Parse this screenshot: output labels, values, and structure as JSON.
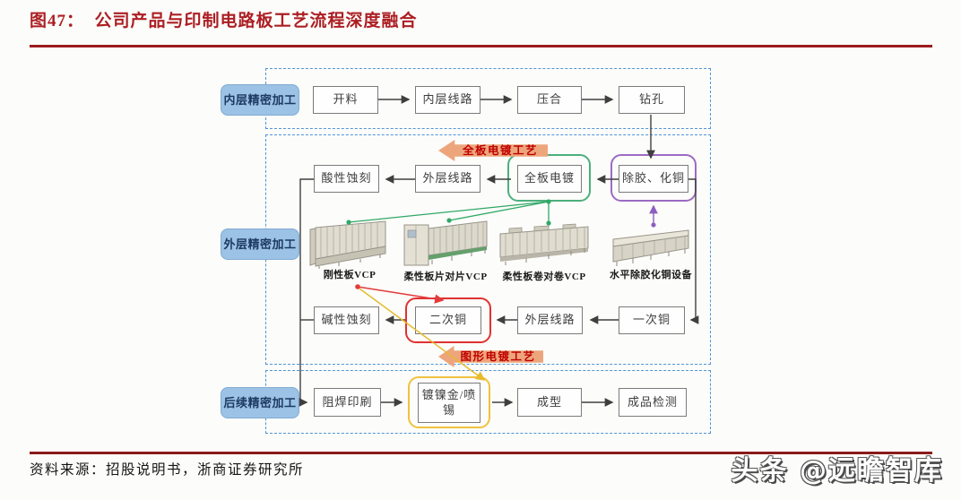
{
  "header": {
    "title": "图47：  公司产品与印制电路板工艺流程深度融合"
  },
  "diagram": {
    "sections": [
      {
        "label": "内层精密加工"
      },
      {
        "label": "外层精密加工"
      },
      {
        "label": "后续精密加工"
      }
    ],
    "nodes": [
      {
        "label": "开料"
      },
      {
        "label": "内层线路"
      },
      {
        "label": "压合"
      },
      {
        "label": "钻孔"
      },
      {
        "label": "酸性蚀刻"
      },
      {
        "label": "外层线路"
      },
      {
        "label": "全板电镀"
      },
      {
        "label": "除胶、化铜"
      },
      {
        "label": "碱性蚀刻"
      },
      {
        "label": "二次铜"
      },
      {
        "label": "外层线路"
      },
      {
        "label": "一次铜"
      },
      {
        "label": "阻焊印刷"
      },
      {
        "label": "镀镍金/喷锡"
      },
      {
        "label": "成型"
      },
      {
        "label": "成品检测"
      }
    ],
    "machines": [
      {
        "label": "刚性板VCP"
      },
      {
        "label": "柔性板片对片VCP"
      },
      {
        "label": "柔性板卷对卷VCP"
      },
      {
        "label": "水平除胶化铜设备"
      }
    ],
    "process_arrows": [
      {
        "label": "全板电镀工艺"
      },
      {
        "label": "图形电镀工艺"
      }
    ],
    "flows": {
      "inner_layer": [
        "开料",
        "内层线路",
        "压合",
        "钻孔"
      ],
      "panel_plating_path": [
        "钻孔",
        "除胶、化铜",
        "全板电镀",
        "外层线路",
        "酸性蚀刻"
      ],
      "pattern_plating_path": [
        "除胶、化铜",
        "一次铜",
        "外层线路",
        "二次铜",
        "碱性蚀刻"
      ],
      "post_process": [
        "阻焊印刷",
        "镀镍金/喷锡",
        "成型",
        "成品检测"
      ],
      "equipment_links": [
        {
          "from": "全板电镀",
          "to": [
            "刚性板VCP",
            "柔性板片对片VCP",
            "柔性板卷对卷VCP"
          ],
          "color": "green"
        },
        {
          "from": "除胶、化铜",
          "to": [
            "水平除胶化铜设备"
          ],
          "color": "purple"
        },
        {
          "from": "刚性板VCP",
          "to": [
            "二次铜"
          ],
          "color": "red"
        },
        {
          "from": "刚性板VCP",
          "to": [
            "镀镍金/喷锡"
          ],
          "color": "yellow"
        }
      ]
    }
  },
  "footer": {
    "source": "资料来源：招股说明书，浙商证券研究所",
    "watermark": "头条 @远瞻智库"
  },
  "colors": {
    "title_red": "#ac1e23",
    "rule_red": "#9c1b1f",
    "section_border_blue": "#4f94d6",
    "section_label_bg": "#9cc2e5",
    "section_label_text": "#1d3a63",
    "node_border": "#7b7b7b",
    "highlight_green": "#4caf7d",
    "highlight_purple": "#9b6bc3",
    "highlight_red": "#e03131",
    "highlight_yellow": "#f0c23e",
    "process_arrow_bg": "#eda57c",
    "process_arrow_text": "#c00000",
    "connector_black": "#3f3f3f",
    "connector_green": "#2fa866",
    "connector_purple": "#8d5fc0",
    "connector_red": "#e23b3b",
    "connector_yellow": "#e6bb2e"
  }
}
